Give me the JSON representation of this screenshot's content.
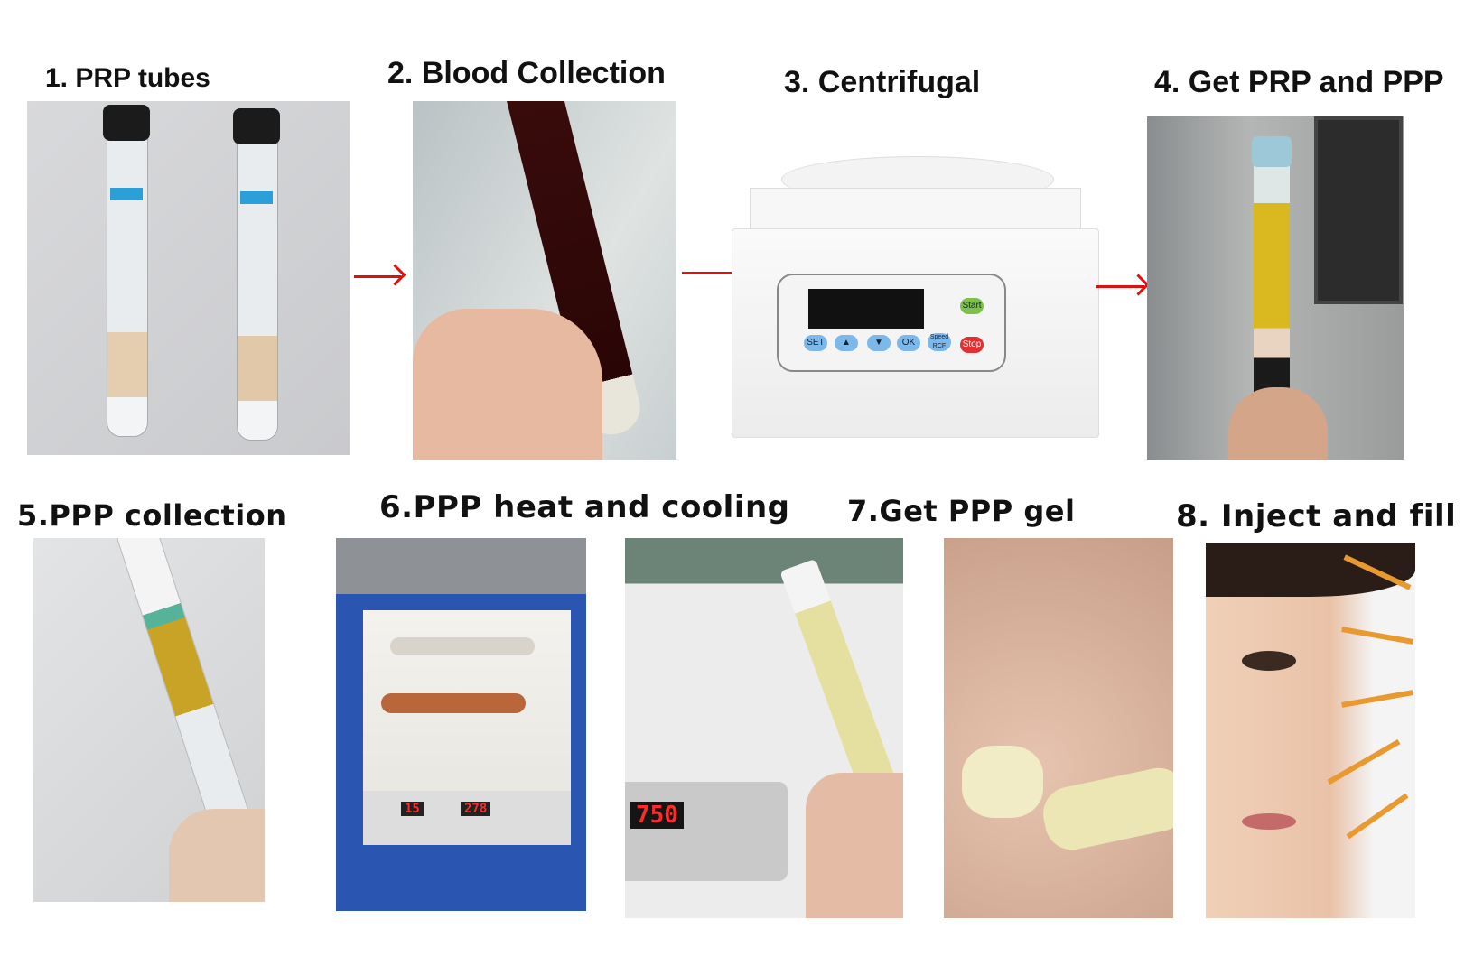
{
  "steps": [
    {
      "label": "1. PRP tubes"
    },
    {
      "label": "2. Blood Collection"
    },
    {
      "label": "3. Centrifugal"
    },
    {
      "label": "4. Get PRP and PPP"
    },
    {
      "label": "5.PPP collection"
    },
    {
      "label": "6.PPP heat and cooling"
    },
    {
      "label": "7.Get PPP gel"
    },
    {
      "label": "8. Inject and fill"
    }
  ],
  "centrifuge": {
    "buttons": [
      "SET",
      "▲",
      "▼",
      "OK",
      "Speed RCF"
    ],
    "start": "Start",
    "stop": "Stop"
  },
  "heater": {
    "display_left": "15",
    "display_right": "278"
  },
  "cooler": {
    "display": "750"
  },
  "colors": {
    "arrow": "#e01010",
    "label": "#111111"
  }
}
